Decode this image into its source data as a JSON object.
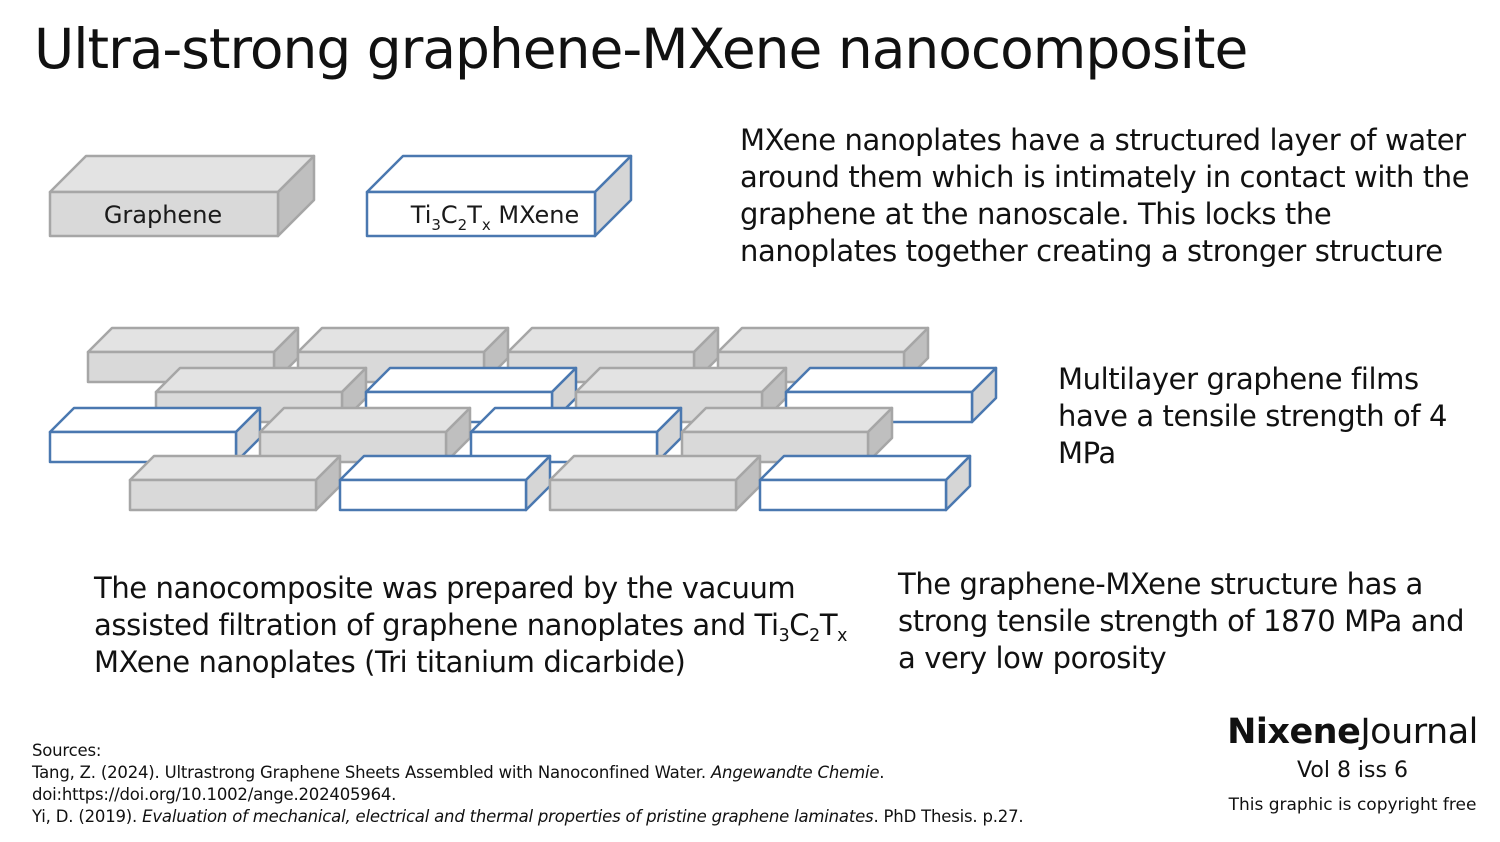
{
  "title": "Ultra-strong graphene-MXene nanocomposite",
  "legend": {
    "graphene_label": "Graphene",
    "mxene_formula": {
      "ti": "Ti",
      "ti_sub": "3",
      "c": "C",
      "c_sub": "2",
      "t": "T",
      "t_sub": "x"
    },
    "mxene_suffix": "MXene"
  },
  "paragraphs": {
    "water": "MXene nanoplates have a structured layer of water around them which is intimately in contact with the graphene at the nanoscale.  This locks the nanoplates together creating a stronger structure",
    "multilayer": "Multilayer graphene films have a tensile strength of 4 MPa",
    "prep_part1": "The nanocomposite was prepared by the vacuum assisted filtration of graphene nanoplates and",
    "prep_formula": {
      "ti": "Ti",
      "ti_sub": "3",
      "c": "C",
      "c_sub": "2",
      "t": "T",
      "t_sub": "x"
    },
    "prep_part2": "MXene nanoplates (Tri titanium dicarbide)",
    "structure": "The graphene-MXene structure has a strong tensile strength of 1870 MPa and a very low porosity"
  },
  "sources": {
    "heading": "Sources:",
    "ref1_main": "Tang, Z. (2024). Ultrastrong Graphene Sheets Assembled with Nanoconfined Water.",
    "ref1_journal": "Angewandte Chemie",
    "ref1_end": ".",
    "ref1_doi": "doi:https://doi.org/10.1002/ange.202405964.",
    "ref2_author": "Yi, D. (2019).",
    "ref2_title": "Evaluation of mechanical, electrical and thermal properties of pristine graphene laminates",
    "ref2_end": ". PhD Thesis. p.27."
  },
  "journal": {
    "brand_bold": "Nixene",
    "brand_rest": "Journal",
    "issue": "Vol 8  iss 6",
    "copyright": "This graphic is copyright free"
  },
  "colors": {
    "graphene_face": "#d9d9d9",
    "graphene_side": "#bfbfbf",
    "graphene_top": "#e3e3e3",
    "graphene_stroke": "#a6a6a6",
    "mxene_face": "#ffffff",
    "mxene_side": "#d6d6d6",
    "mxene_stroke": "#4a78b0"
  }
}
